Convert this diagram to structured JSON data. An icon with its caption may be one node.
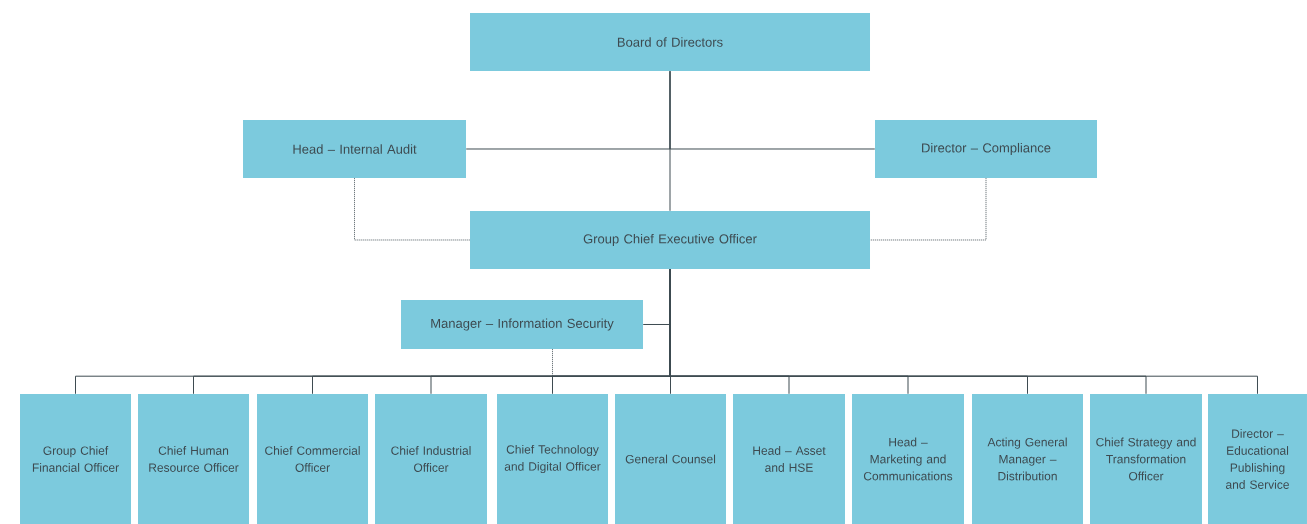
{
  "diagram": {
    "nodes": [
      {
        "text": [
          "Board of Directors"
        ]
      },
      {
        "text": [
          "Head – Internal Audit"
        ]
      },
      {
        "text": [
          "Director – Compliance"
        ]
      },
      {
        "text": [
          "Group Chief Executive Officer"
        ]
      },
      {
        "text": [
          "Manager – Information Security"
        ]
      },
      {
        "text": [
          "Group Chief Financial Officer"
        ]
      },
      {
        "text": [
          "Chief Human Resource Officer"
        ]
      },
      {
        "text": [
          "Chief Commercial Officer"
        ]
      },
      {
        "text": [
          "Chief Industrial Officer"
        ]
      },
      {
        "text": [
          "Chief Technology and Digital Officer"
        ]
      },
      {
        "text": [
          "General Counsel"
        ]
      },
      {
        "text": [
          "Head – Asset and HSE"
        ]
      },
      {
        "text": [
          "Head – Marketing and Communications"
        ]
      },
      {
        "text": [
          "Acting General Manager – Distribution"
        ]
      },
      {
        "text": [
          "Chief Strategy and Transformation Officer"
        ]
      },
      {
        "text": [
          "Director – Educational Publishing and Service"
        ]
      }
    ],
    "edges": [
      {
        "from": 0,
        "to": 3,
        "arrow": "none"
      },
      {
        "from": 0,
        "to": 1,
        "arrow": "none"
      },
      {
        "from": 0,
        "to": 2,
        "arrow": "none"
      },
      {
        "from": 1,
        "to": 3,
        "arrow": "none",
        "style": "dashed"
      },
      {
        "from": 2,
        "to": 3,
        "arrow": "none",
        "style": "dashed"
      },
      {
        "from": 3,
        "to": 4,
        "arrow": "none"
      },
      {
        "from": 4,
        "to": 9,
        "arrow": "none",
        "style": "dashed"
      },
      {
        "from": 3,
        "to": 5,
        "arrow": "none"
      },
      {
        "from": 3,
        "to": 6,
        "arrow": "none"
      },
      {
        "from": 3,
        "to": 7,
        "arrow": "none"
      },
      {
        "from": 3,
        "to": 8,
        "arrow": "none"
      },
      {
        "from": 3,
        "to": 9,
        "arrow": "none"
      },
      {
        "from": 3,
        "to": 10,
        "arrow": "none"
      },
      {
        "from": 3,
        "to": 11,
        "arrow": "none"
      },
      {
        "from": 3,
        "to": 12,
        "arrow": "none"
      },
      {
        "from": 3,
        "to": 13,
        "arrow": "none"
      },
      {
        "from": 3,
        "to": 14,
        "arrow": "none"
      },
      {
        "from": 3,
        "to": 15,
        "arrow": "none"
      }
    ]
  }
}
